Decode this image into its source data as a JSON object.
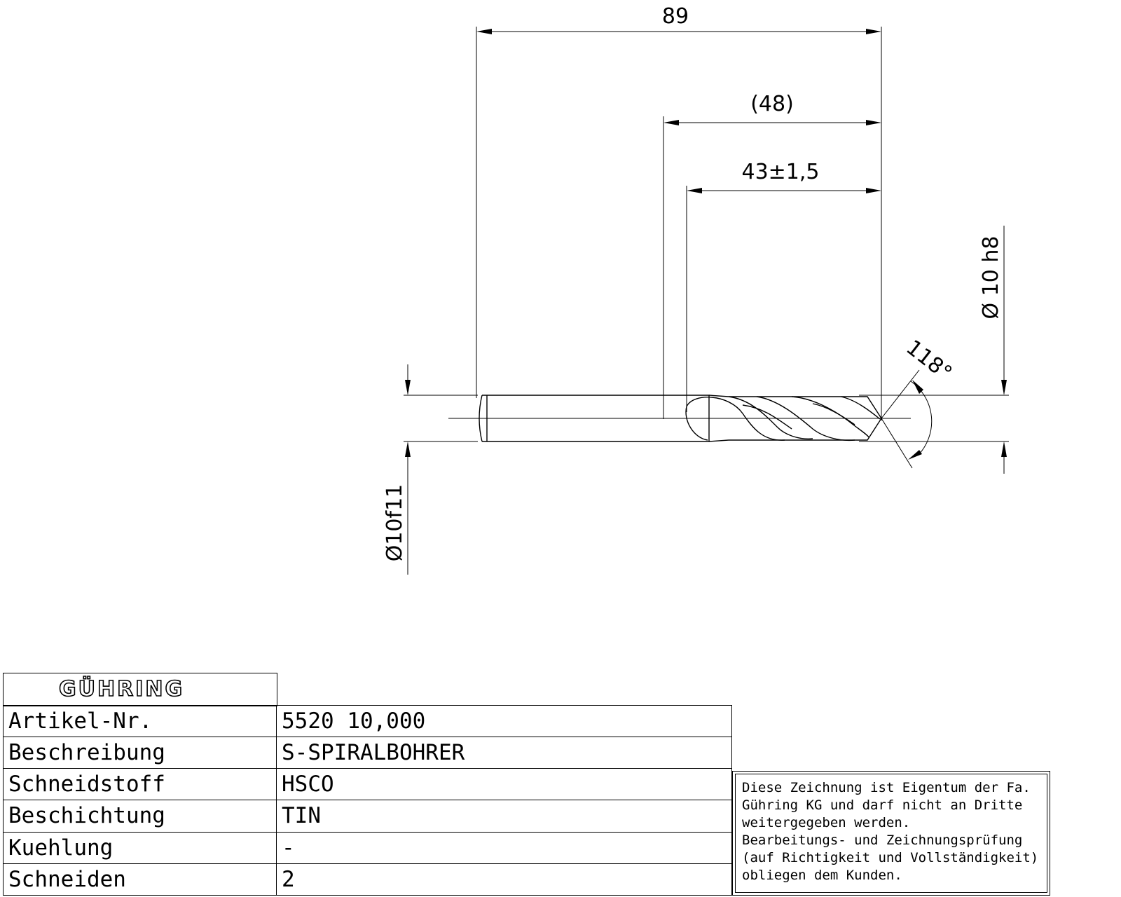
{
  "drawing": {
    "dimensions": {
      "overall_length": "89",
      "shank_length": "(48)",
      "flute_length": "43±1,5",
      "diameter_body": "Ø 10 h8",
      "diameter_shank": "Ø10f11",
      "point_angle": "118°"
    }
  },
  "title_block": {
    "logo": "GÜHRING",
    "rows": [
      {
        "label": "Artikel-Nr.",
        "value": "5520 10,000"
      },
      {
        "label": "Beschreibung",
        "value": "S-SPIRALBOHRER"
      },
      {
        "label": "Schneidstoff",
        "value": "HSCO"
      },
      {
        "label": "Beschichtung",
        "value": "TIN"
      },
      {
        "label": "Kuehlung",
        "value": "-"
      },
      {
        "label": "Schneiden",
        "value": "2"
      }
    ]
  },
  "notice": {
    "lines": [
      "Diese Zeichnung ist Eigentum der Fa.",
      "Gühring KG und darf nicht an Dritte",
      "weitergegeben werden.",
      "Bearbeitungs- und Zeichnungsprüfung",
      "(auf Richtigkeit und Vollständigkeit)",
      "obliegen dem Kunden."
    ]
  }
}
